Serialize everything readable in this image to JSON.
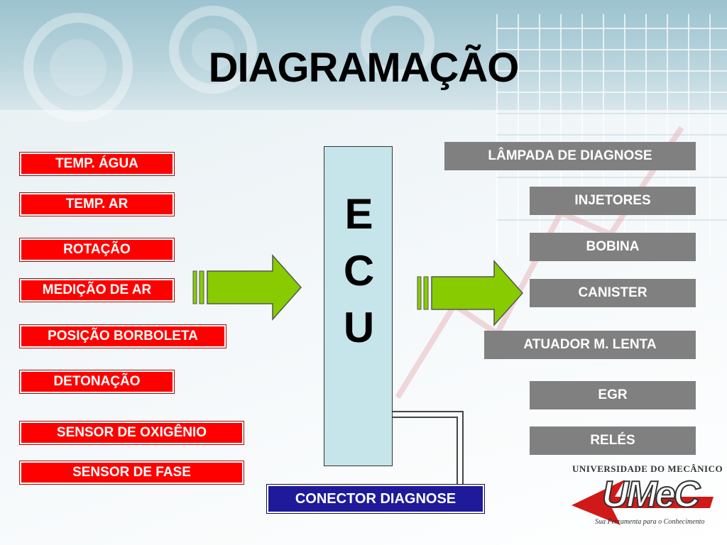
{
  "title": "DIAGRAMAÇÃO",
  "inputs": [
    "TEMP. ÁGUA",
    "TEMP. AR",
    "ROTAÇÃO",
    "MEDIÇÃO DE AR",
    "POSIÇÃO BORBOLETA",
    "DETONAÇÃO",
    "SENSOR DE OXIGÊNIO",
    "SENSOR DE FASE"
  ],
  "ecu": {
    "letters": [
      "E",
      "C",
      "U"
    ]
  },
  "outputs": [
    "LÂMPADA DE DIAGNOSE",
    "INJETORES",
    "BOBINA",
    "CANISTER",
    "ATUADOR M. LENTA",
    "EGR",
    "RELÉS"
  ],
  "connector": "CONECTOR DIAGNOSE",
  "logo": {
    "org": "UNIVERSIDADE DO MECÂNICO",
    "mark": "UMeC",
    "tagline": "Sua Ferramenta para o Conhecimento"
  },
  "colors": {
    "input_box": "#ff0000",
    "output_box": "#808080",
    "connector_box": "#1f1a9a",
    "ecu_fill": "#c6e5ea",
    "arrow_fill": "#88cc00"
  }
}
